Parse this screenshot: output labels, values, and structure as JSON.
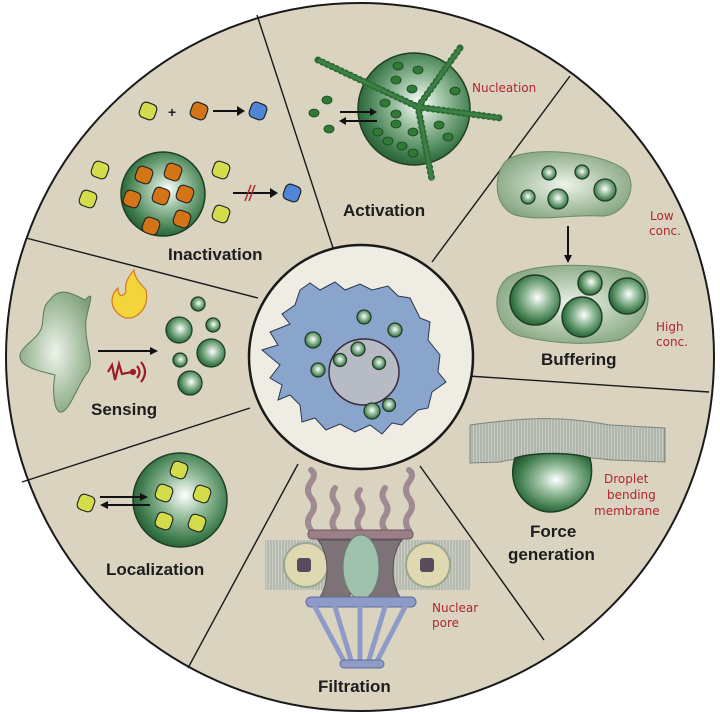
{
  "diagram": {
    "type": "radial-wheel",
    "colors": {
      "sector_fill": "#d9d3c0",
      "center_fill": "#eeece3",
      "outline": "#1a1a1a",
      "droplet_green": "#2e6a3c",
      "annotation_red": "#b0262e",
      "client_yellow": "#d3dc4a",
      "client_orange": "#d37417",
      "product_blue": "#4f86d8",
      "cell_blue": "#8aa5cc"
    },
    "center": {
      "label": "cell-with-condensates"
    },
    "sectors": [
      {
        "id": "activation",
        "label": "Activation",
        "annotation": "Nucleation"
      },
      {
        "id": "buffering",
        "label": "Buffering",
        "annotation_top": "Low conc.",
        "annotation_top_lines": [
          "Low",
          "conc."
        ],
        "annotation_bottom": "High conc.",
        "annotation_bottom_lines": [
          "High",
          "conc."
        ]
      },
      {
        "id": "force-generation",
        "label": "Force generation",
        "label_lines": [
          "Force",
          "generation"
        ],
        "annotation": "Droplet bending membrane",
        "annotation_lines": [
          "Droplet",
          "bending",
          "membrane"
        ]
      },
      {
        "id": "filtration",
        "label": "Filtration",
        "annotation": "Nuclear pore",
        "annotation_lines": [
          "Nuclear",
          "pore"
        ]
      },
      {
        "id": "localization",
        "label": "Localization"
      },
      {
        "id": "sensing",
        "label": "Sensing"
      },
      {
        "id": "inactivation",
        "label": "Inactivation",
        "symbols": [
          "+",
          "→",
          "⇸"
        ]
      }
    ]
  }
}
